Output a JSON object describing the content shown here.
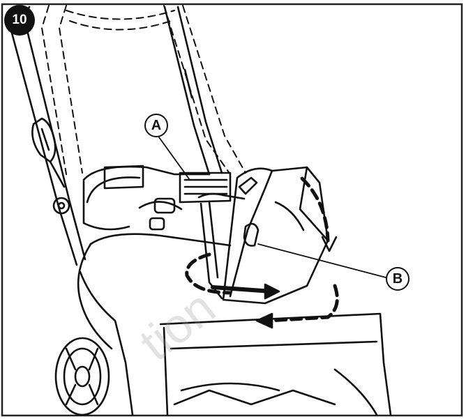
{
  "step": {
    "number": "10"
  },
  "callouts": {
    "a": "A",
    "b": "B"
  },
  "watermark": {
    "text": "tion"
  },
  "colors": {
    "ink": "#111111",
    "paper": "#ffffff"
  }
}
